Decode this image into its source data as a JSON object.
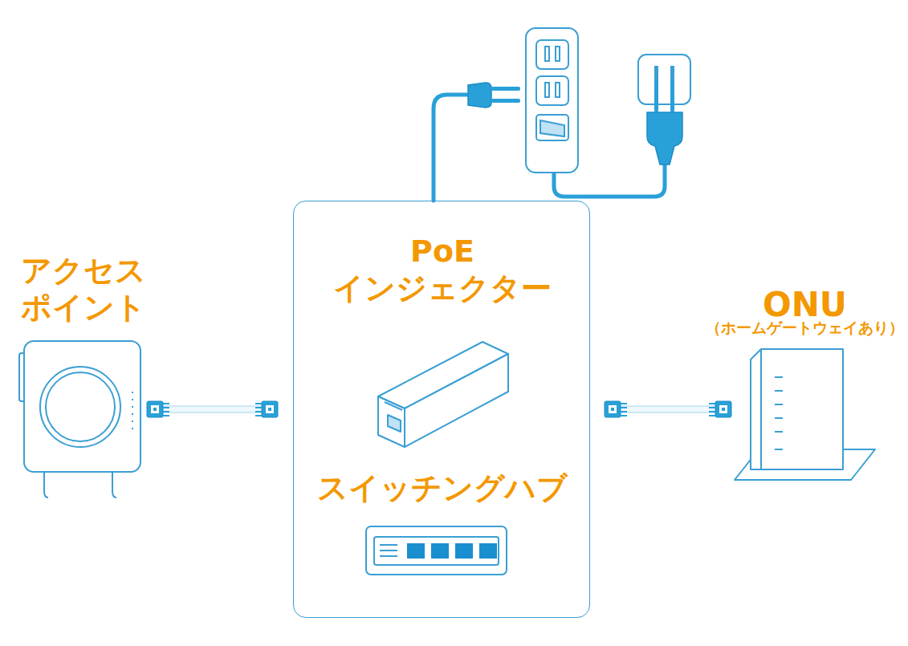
{
  "diagram": {
    "nodes": [
      {
        "text": [
          "アクセス ポイント"
        ]
      },
      {
        "text": [
          "PoE インジェクター",
          "スイッチングハブ"
        ]
      },
      {
        "text": [
          "ONU",
          "（ホームゲートウェイあり）"
        ]
      }
    ],
    "edges": [
      {
        "from": 0,
        "to": 1,
        "arrow": "none"
      },
      {
        "from": 1,
        "to": 2,
        "arrow": "none"
      }
    ]
  }
}
